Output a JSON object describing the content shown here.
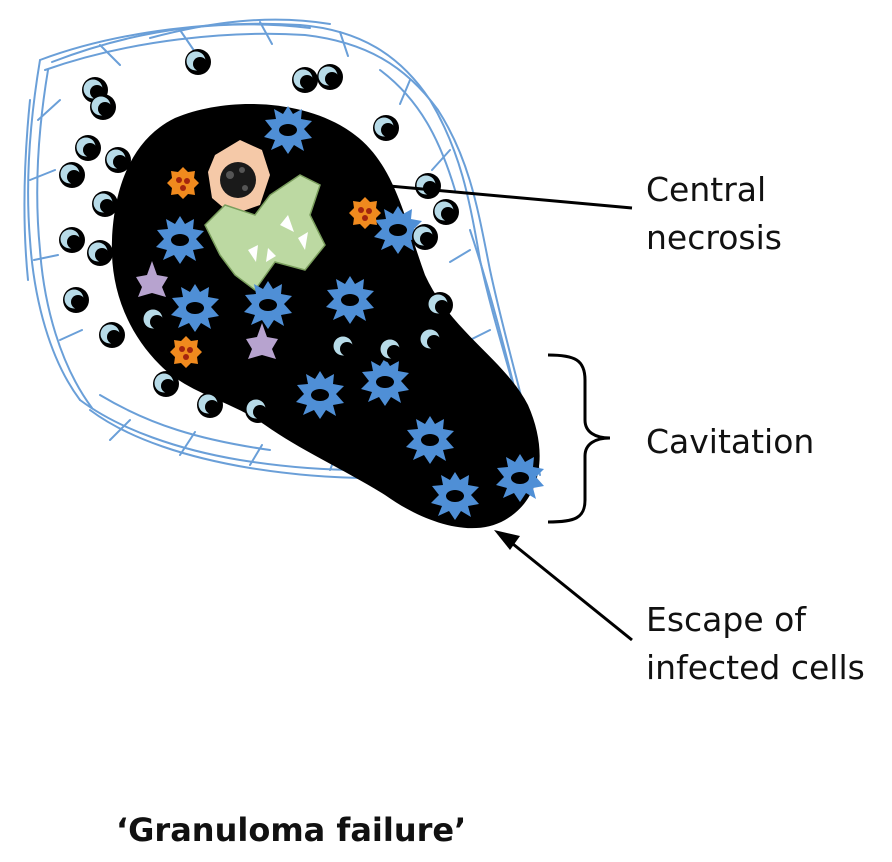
{
  "labels": {
    "central_necrosis": [
      "Central",
      "necrosis"
    ],
    "cavitation": "Cavitation",
    "escape": [
      "Escape of",
      "infected cells"
    ]
  },
  "caption": "‘Granuloma failure’",
  "colors": {
    "core": "#000000",
    "fibrosis": "#6a9fd8",
    "macrophage": "#4f8fd6",
    "lymphocyte": "#b7dbe8",
    "giant_cell": "#bcd9a2",
    "necrotic_cell": "#f5c9a8",
    "granulocyte": "#f08a1e",
    "dendritic": "#b7a3cf"
  }
}
